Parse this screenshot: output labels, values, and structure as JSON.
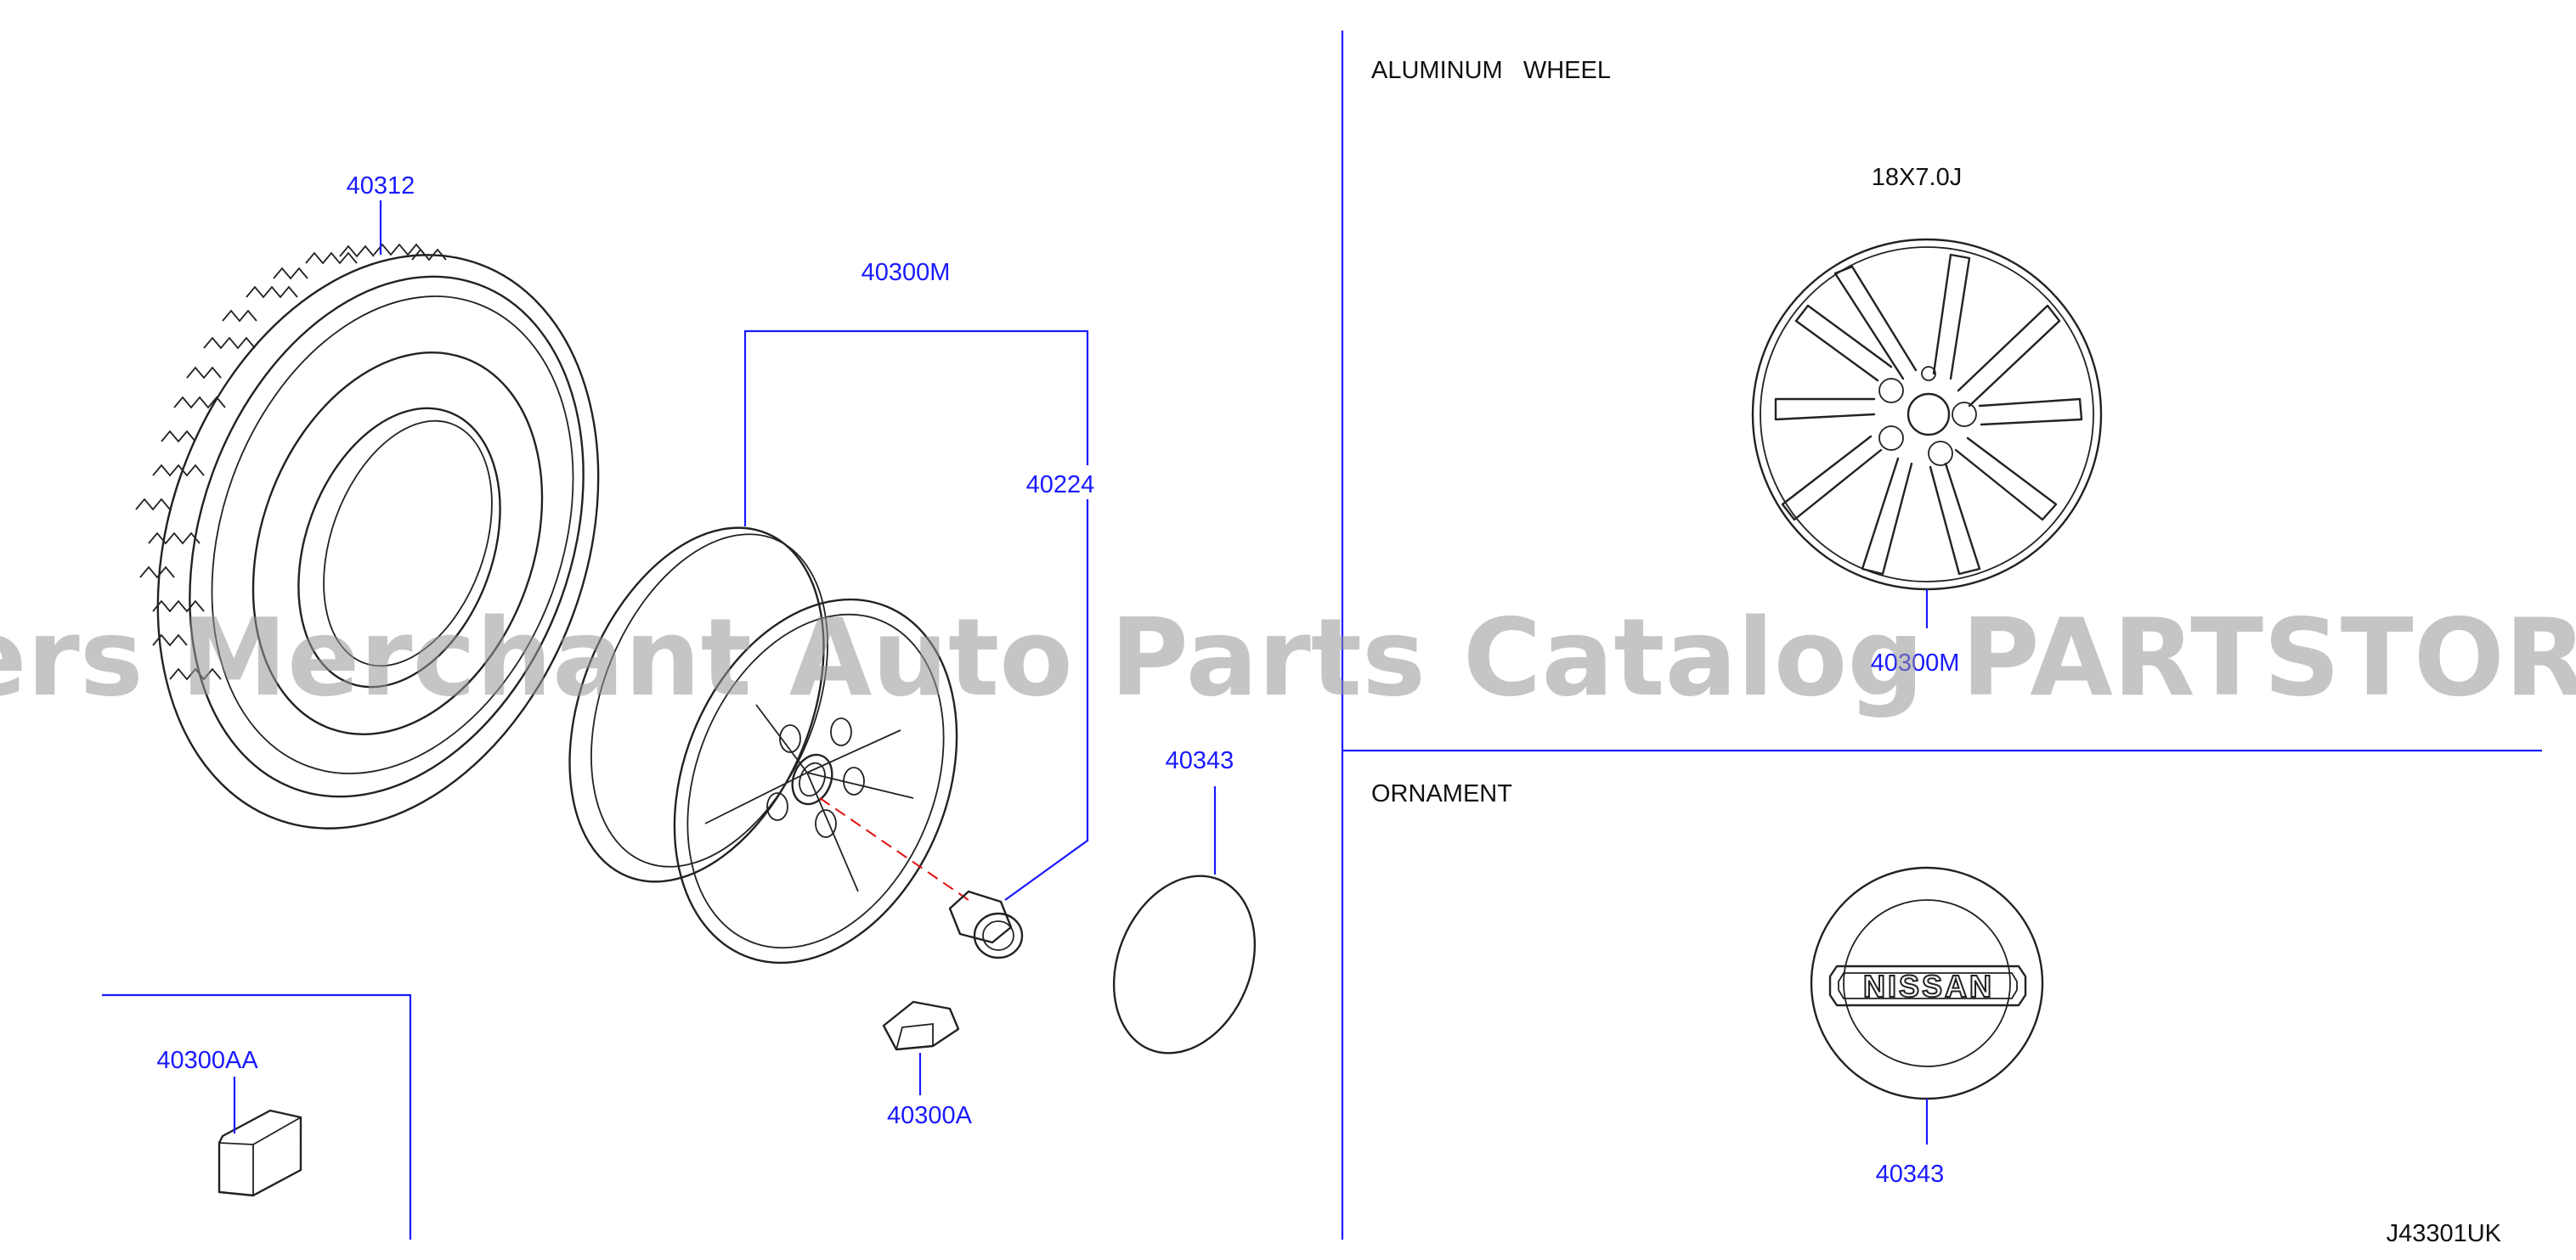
{
  "sections": {
    "aluminum_wheel": "ALUMINUM   WHEEL",
    "wheel_size": "18X7.0J",
    "ornament": "ORNAMENT"
  },
  "parts": {
    "tire": "40312",
    "wheel_assembly": "40300M",
    "wheel_nut": "40224",
    "center_cap": "40343",
    "balance_weight": "40300A",
    "adhesive_weight": "40300AA",
    "aluminum_wheel": "40300M",
    "ornament": "40343"
  },
  "ornament_logo": "NISSAN",
  "diagram_code": "J43301UK",
  "watermark": "Offers Merchant Auto Parts Catalog PARTSTORE.SA",
  "colors": {
    "callout": "#1a1aff",
    "line": "#222222",
    "watermark": "#969696"
  }
}
